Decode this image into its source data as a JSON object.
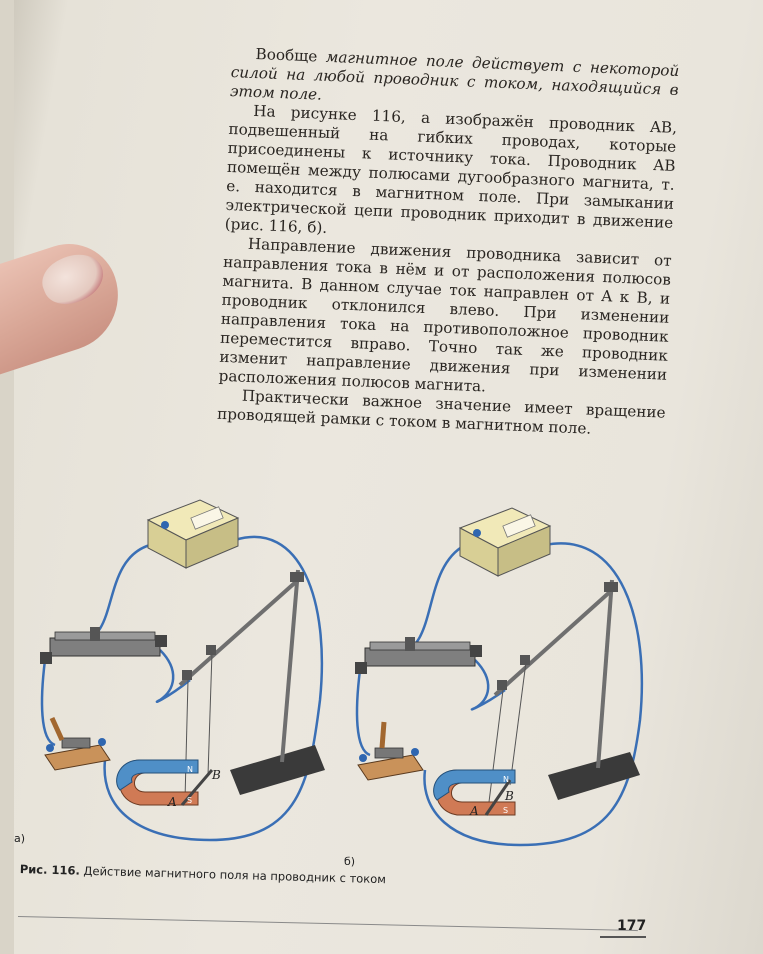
{
  "text": {
    "para1_a": "Вообще ",
    "para1_em": "магнитное поле действует с некоторой силой на любой проводник с током, находящийся в этом поле.",
    "para2": "На рисунке 116, а изображён проводник AB, подвешенный на гибких проводах, которые присоединены к источнику тока. Проводник AB помещён между полюсами дугообразного магнита, т. е. находится в магнитном поле. При замыкании электрической цепи проводник приходит в движение (рис. 116, б).",
    "para3": "Направление движения проводника зависит от направления тока в нём и от расположения полюсов магнита. В данном случае ток направлен от A к B, и проводник отклонился влево. При изменении направления тока на противоположное проводник переместится вправо. Точно так же проводник изменит направление движения при изменении расположения полюсов магнита.",
    "para4": "Практически важное значение имеет вращение проводящей рамки с током в магнитном поле."
  },
  "figure": {
    "label_a": "а)",
    "label_b": "б)",
    "point_A": "A",
    "point_B": "B",
    "pole_N": "N",
    "pole_S": "S",
    "caption_bold": "Рис. 116.",
    "caption_text": " Действие магнитного поля на проводник с током"
  },
  "page_number": "177",
  "colors": {
    "page": "#e9e5dc",
    "magnet_north": "#4f8fc7",
    "magnet_south": "#d07a55",
    "wire": "#3a6fb5",
    "source_body": "#efe6b4"
  }
}
